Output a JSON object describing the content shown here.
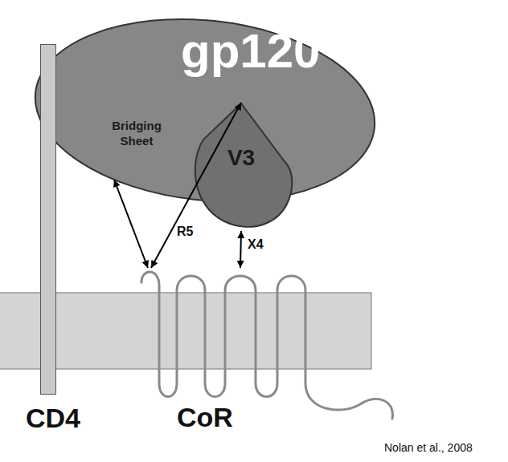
{
  "diagram": {
    "nodes": [
      {
        "text": [
          "gp120",
          "Bridging Sheet"
        ]
      },
      {
        "text": [
          "V3"
        ],
        "in": 0
      },
      {
        "text": [
          "CD4"
        ]
      },
      {
        "text": [
          "CoR"
        ]
      }
    ],
    "edges": [
      {
        "from": 0,
        "to": 3,
        "arrow": "both"
      },
      {
        "from": 1,
        "to": 3,
        "arrow": "both",
        "label": "R5"
      },
      {
        "from": 1,
        "to": 3,
        "arrow": "both",
        "label": "X4"
      }
    ],
    "labels": [
      "Nolan et al., 2008"
    ]
  }
}
